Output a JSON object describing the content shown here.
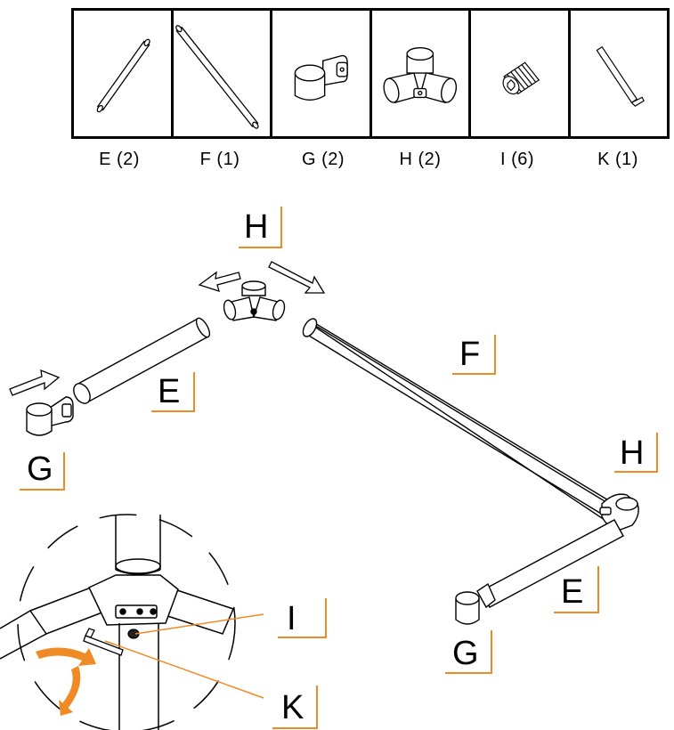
{
  "parts": [
    {
      "id": "E",
      "qty_label": "E (2)",
      "icon": "short-tube-icon"
    },
    {
      "id": "F",
      "qty_label": "F (1)",
      "icon": "long-tube-icon"
    },
    {
      "id": "G",
      "qty_label": "G (2)",
      "icon": "end-cap-connector-icon"
    },
    {
      "id": "H",
      "qty_label": "H (2)",
      "icon": "three-way-connector-icon"
    },
    {
      "id": "I",
      "qty_label": "I (6)",
      "icon": "set-screw-icon"
    },
    {
      "id": "K",
      "qty_label": "K (1)",
      "icon": "hex-key-icon"
    }
  ],
  "callouts": {
    "h_top": "H",
    "e_left": "E",
    "g_left": "G",
    "f_mid": "F",
    "h_right": "H",
    "e_right": "E",
    "g_bottom": "G",
    "i_detail": "I",
    "k_detail": "K"
  },
  "colors": {
    "line": "#000000",
    "accent_orange": "#f08a24"
  }
}
